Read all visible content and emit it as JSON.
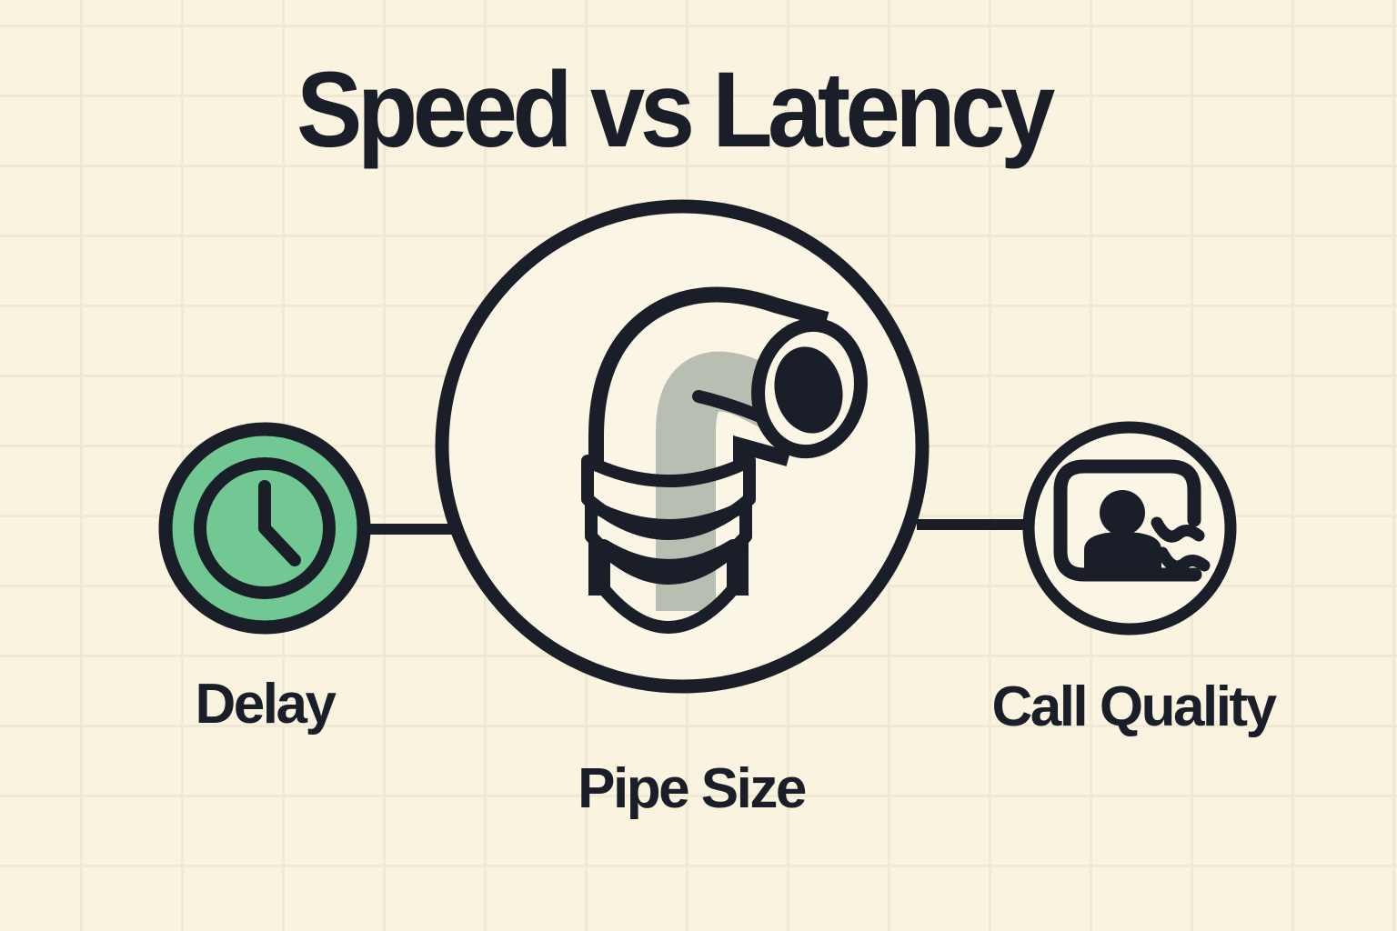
{
  "title": "Speed vs Latency",
  "diagram": {
    "nodes": [
      {
        "id": "delay",
        "label": "Delay",
        "icon": "clock-icon"
      },
      {
        "id": "pipe-size",
        "label": "Pipe Size",
        "icon": "pipe-elbow-icon"
      },
      {
        "id": "call-quality",
        "label": "Call Quality",
        "icon": "video-call-icon"
      }
    ],
    "connectors": [
      {
        "from": "delay",
        "to": "pipe-size"
      },
      {
        "from": "pipe-size",
        "to": "call-quality"
      }
    ]
  },
  "colors": {
    "background": "#faf3e0",
    "grid_line": "#f0e9d5",
    "outline": "#191e28",
    "accent_green": "#72c893",
    "pipe_shadow": "#b9beb3",
    "panel_cream": "#fbf5e6"
  }
}
